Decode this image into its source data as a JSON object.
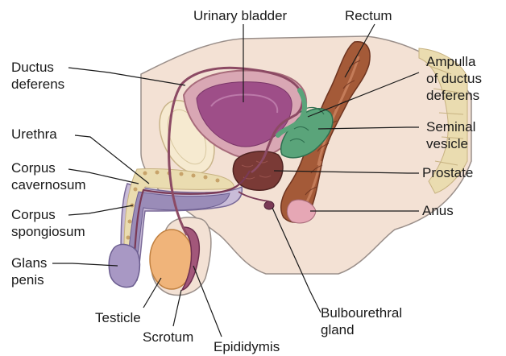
{
  "labels": {
    "urinary_bladder": "Urinary bladder",
    "rectum": "Rectum",
    "ductus_deferens_1": "Ductus",
    "ductus_deferens_2": "deferens",
    "ampulla_1": "Ampulla",
    "ampulla_2": "of ductus",
    "ampulla_3": "deferens",
    "urethra": "Urethra",
    "seminal_vesicle_1": "Seminal",
    "seminal_vesicle_2": "vesicle",
    "corpus_cavernosum_1": "Corpus",
    "corpus_cavernosum_2": "cavernosum",
    "prostate": "Prostate",
    "corpus_spongiosum_1": "Corpus",
    "corpus_spongiosum_2": "spongiosum",
    "anus": "Anus",
    "glans_penis_1": "Glans",
    "glans_penis_2": "penis",
    "testicle": "Testicle",
    "bulbourethral_1": "Bulbourethral",
    "bulbourethral_2": "gland",
    "scrotum": "Scrotum",
    "epididymis": "Epididymis"
  },
  "colors": {
    "skin": "#f3e1d4",
    "skin_outline": "#9a8f8a",
    "bladder_wall": "#d9a7b4",
    "bladder_inner": "#9e4e88",
    "rectum": "#a45a38",
    "seminal_vesicle": "#5aa47a",
    "prostate": "#7a3a36",
    "testicle": "#f0b47a",
    "duct": "#8c4a64",
    "spongiosum": "#9a8cb8",
    "bone": "#eadcb0"
  }
}
